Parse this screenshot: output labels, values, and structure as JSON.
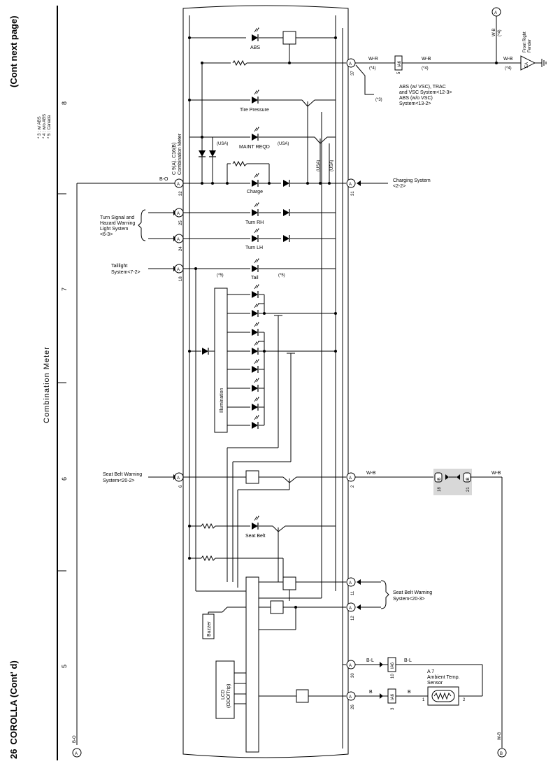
{
  "page": {
    "page_number": "26",
    "title": "COROLLA (Cont' d)",
    "cont_next": "(Cont  next page)",
    "section": "Combination Meter",
    "grid_numbers": [
      "8",
      "7",
      "6",
      "5"
    ]
  },
  "notes": [
    "* 3 : w/ ABS",
    "* 4 : w/o ABS",
    "* 5 : Canada"
  ],
  "meter": {
    "name_line1": "C 9(A), C16(B)",
    "name_line2": "Combination Meter"
  },
  "connectors": {
    "A": "A",
    "B": "B",
    "pins": {
      "p37": "37",
      "p32": "32",
      "p31": "31",
      "p25": "25",
      "p24": "24",
      "p18": "18",
      "p6": "6",
      "p2": "2",
      "p11": "11",
      "p12": "12",
      "p30": "30",
      "p26": "26"
    }
  },
  "indicators": {
    "abs": "ABS",
    "tire": "Tire Pressure",
    "maint": "MAINT REQD",
    "charge": "Charge",
    "turn_rh": "Turn RH",
    "turn_lh": "Turn LH",
    "tail": "Tail",
    "seat_belt": "Seat Belt",
    "illumination": "Illumination",
    "buzzer": "Buzzer",
    "lcd_line1": "LCD",
    "lcd_line2": "(ODO/Trip)"
  },
  "tags": {
    "usa": "(USA)",
    "star4": "(*4)",
    "star3": "(*3)",
    "star5": "(*5)"
  },
  "wires": {
    "wb": "W-B",
    "wr": "W-R",
    "bo": "B-O",
    "bl": "B-L",
    "b": "B"
  },
  "junctions": {
    "ia6": "IA6",
    "ia6_p5": "5",
    "ia6_p10": "10",
    "ia6_p3": "3",
    "ib": "IB",
    "ib_p18": "18",
    "ib_p21": "21"
  },
  "ground": {
    "code": "EA",
    "label_line1": "Front Right",
    "label_line2": "Fender"
  },
  "sensor": {
    "name": "A 7",
    "label_line1": "Ambient Temp.",
    "label_line2": "Sensor",
    "pin1": "1",
    "pin2": "2"
  },
  "systems": {
    "abs_line1": "ABS (w/ VSC), TRAC",
    "abs_line2": "and VSC System<12-3>",
    "abs_line3": "ABS (w/o VSC)",
    "abs_line4": "System<13-2>",
    "charging_line1": "Charging System",
    "charging_line2": "<2-2>",
    "turn_line1": "Turn Signal and",
    "turn_line2": "Hazard Warning",
    "turn_line3": "Light System",
    "turn_line4": "<6-3>",
    "taillight_line1": "Taillight",
    "taillight_line2": "System<7-2>",
    "seatbelt_left_line1": "Seat Belt Warning",
    "seatbelt_left_line2": "System<20-2>",
    "seatbelt_right_line1": "Seat Belt Warning",
    "seatbelt_right_line2": "System<20-3>"
  }
}
